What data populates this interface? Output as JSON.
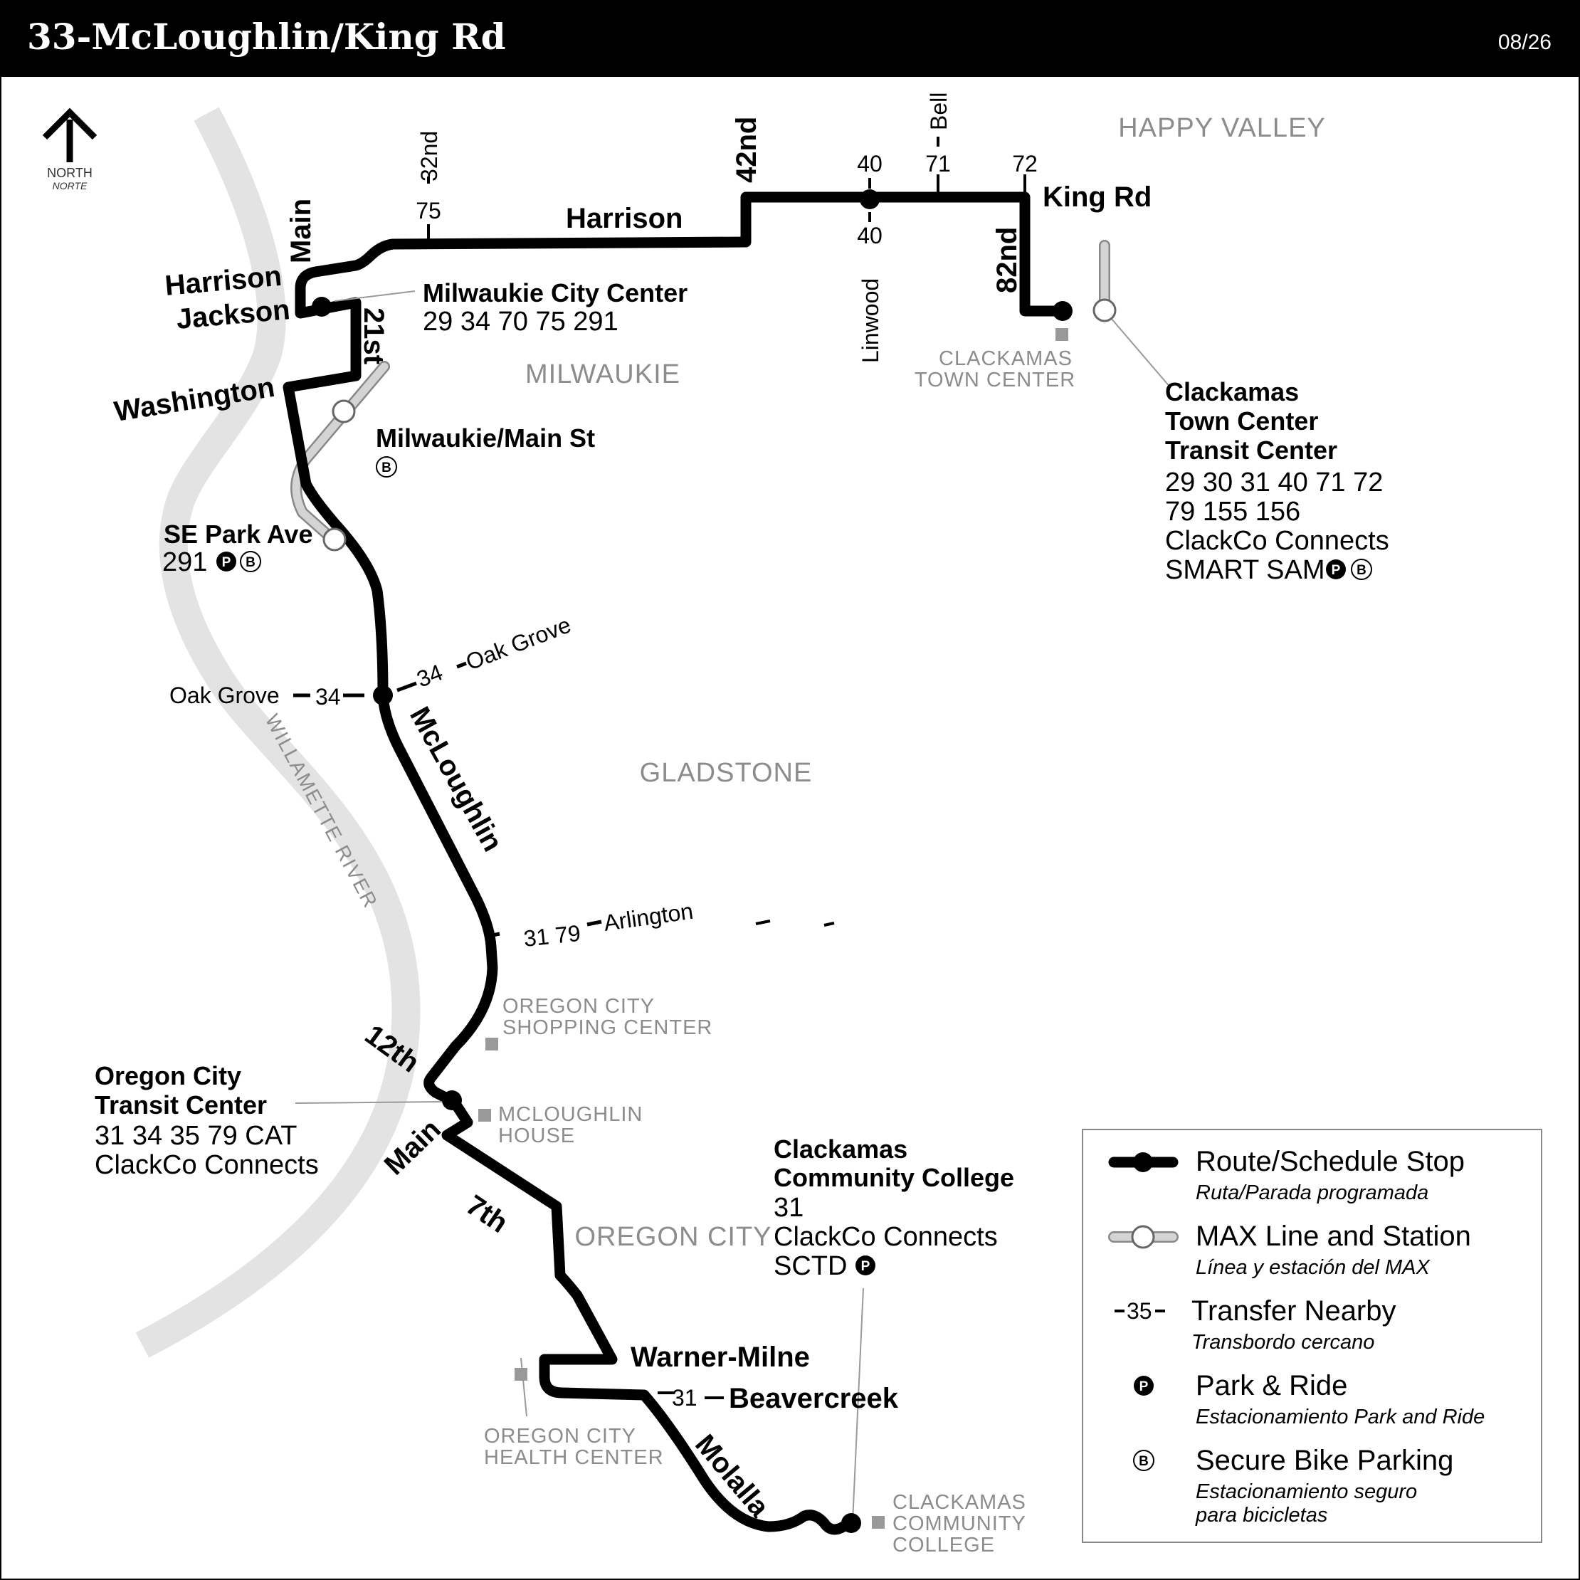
{
  "header": {
    "title": "33-McLoughlin/King Rd",
    "date": "08/26"
  },
  "north_arrow": {
    "label": "NORTH",
    "sublabel": "NORTE"
  },
  "areas": {
    "happy_valley": "HAPPY VALLEY",
    "milwaukie": "MILWAUKIE",
    "gladstone": "GLADSTONE",
    "oregon_city": "OREGON CITY"
  },
  "river": "WILLAMETTE RIVER",
  "streets": {
    "main_north": "Main",
    "harrison": "Harrison",
    "harrison_west": "Harrison",
    "jackson": "Jackson",
    "st_21": "21st",
    "washington": "Washington",
    "nd_32": "32nd",
    "nd_42": "42nd",
    "bell": "Bell",
    "king_rd": "King Rd",
    "nd_82": "82nd",
    "linwood": "Linwood",
    "mcloughlin": "McLoughlin",
    "oak_grove_west": "Oak Grove",
    "oak_grove_east": "Oak Grove",
    "arlington": "Arlington",
    "th_12": "12th",
    "main_south": "Main",
    "th_7": "7th",
    "warner_milne": "Warner-Milne",
    "beavercreek": "Beavercreek",
    "molalla": "Molalla"
  },
  "transfers": {
    "t75": "75",
    "t40_top": "40",
    "t40_bottom": "40",
    "t71": "71",
    "t72": "72",
    "t34_west": "34",
    "t34_east": "34",
    "t31_79": "31 79",
    "t31": "31"
  },
  "stops": {
    "milwaukie_cc": {
      "name": "Milwaukie City Center",
      "routes": "29 34 70 75 291"
    },
    "milwaukie_main": {
      "name": "Milwaukie/Main St"
    },
    "se_park": {
      "name": "SE Park Ave",
      "routes": "291"
    },
    "ctc": {
      "name_lines": [
        "Clackamas",
        "Town Center",
        "Transit Center"
      ],
      "route_lines": [
        "29 30 31 40 71 72",
        "79 155 156",
        "ClackCo Connects",
        "SMART SAM"
      ]
    },
    "octc": {
      "name_lines": [
        "Oregon City",
        "Transit Center"
      ],
      "route_lines": [
        "31 34 35 79 CAT",
        "ClackCo Connects"
      ]
    },
    "ccc": {
      "name_lines": [
        "Clackamas",
        "Community College"
      ],
      "route_lines": [
        "31",
        "ClackCo Connects",
        "SCTD"
      ]
    }
  },
  "landmarks": {
    "clackamas_tc": [
      "CLACKAMAS",
      "TOWN CENTER"
    ],
    "oc_shopping": [
      "OREGON CITY",
      "SHOPPING CENTER"
    ],
    "mcloughlin_house": [
      "MCLOUGHLIN",
      "HOUSE"
    ],
    "oc_health": [
      "OREGON CITY",
      "HEALTH CENTER"
    ],
    "ccc_campus": [
      "CLACKAMAS",
      "COMMUNITY",
      "COLLEGE"
    ]
  },
  "legend": {
    "route": {
      "label": "Route/Schedule Stop",
      "sublabel": "Ruta/Parada programada"
    },
    "max": {
      "label": "MAX Line and Station",
      "sublabel": "Línea y estación del MAX"
    },
    "transfer": {
      "symbol": "35",
      "label": "Transfer Nearby",
      "sublabel": "Transbordo cercano"
    },
    "park_ride": {
      "label": "Park & Ride",
      "sublabel": "Estacionamiento Park and Ride"
    },
    "bike": {
      "label": "Secure Bike Parking",
      "sublabel_lines": [
        "Estacionamiento seguro",
        "para bicicletas"
      ]
    }
  },
  "symbols": {
    "park": "P",
    "bike": "B"
  },
  "colors": {
    "route": "#000000",
    "river": "#e3e3e3",
    "max_line": "#cccccc",
    "area_label": "#8c8c8c"
  }
}
